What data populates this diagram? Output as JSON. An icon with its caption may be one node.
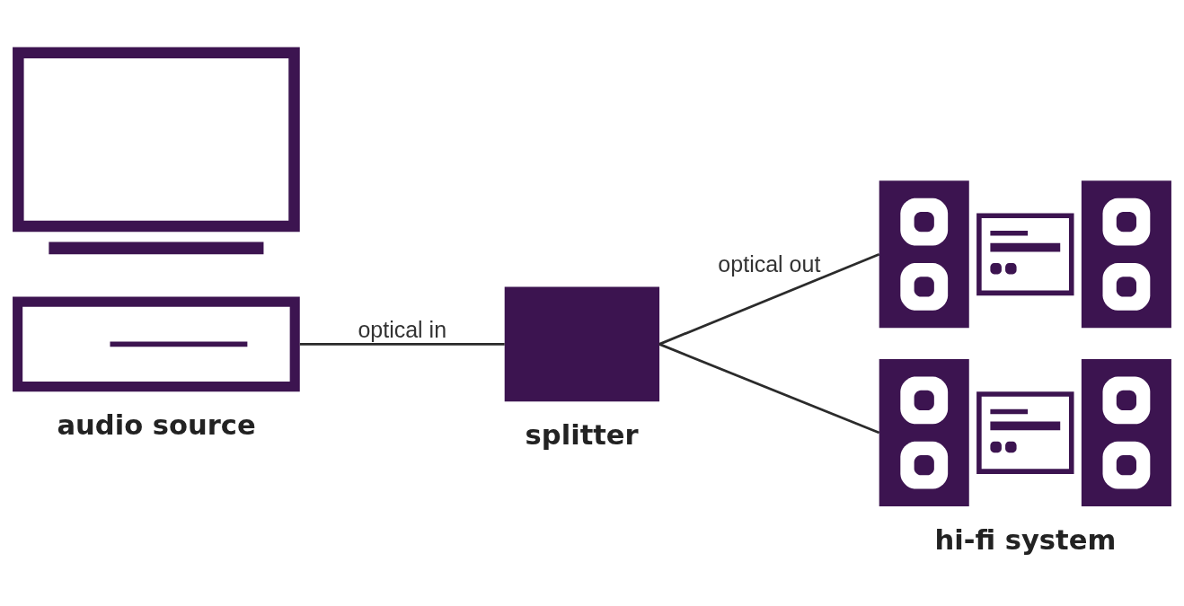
{
  "diagram": {
    "nodes": [
      {
        "text": [
          "audio source"
        ]
      },
      {
        "text": [
          "splitter"
        ]
      },
      {
        "text": [],
        "shape": "picture"
      },
      {
        "text": [
          "hi-fi system"
        ]
      }
    ],
    "edges": [
      {
        "from": 0,
        "to": 1,
        "arrow": "none",
        "label": "optical in"
      },
      {
        "from": 1,
        "to": 2,
        "arrow": "none",
        "label": "optical out"
      },
      {
        "from": 1,
        "to": 3,
        "arrow": "none"
      }
    ]
  }
}
